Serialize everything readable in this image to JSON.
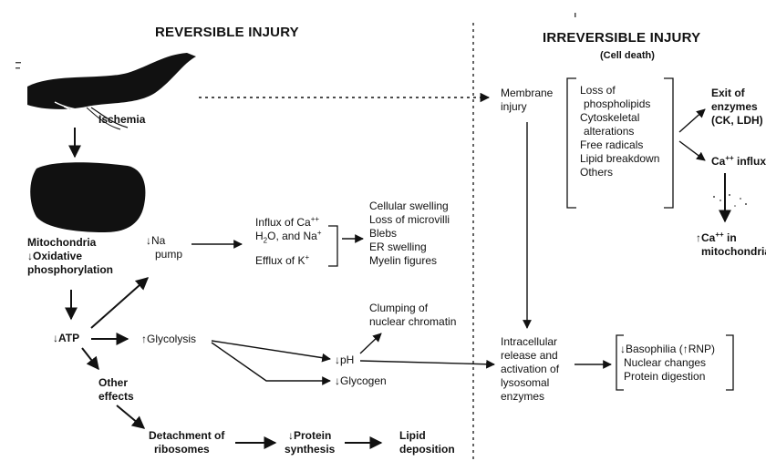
{
  "headers": {
    "reversible": "REVERSIBLE INJURY",
    "irreversible": "IRREVERSIBLE INJURY",
    "irreversible_sub": "(Cell death)"
  },
  "nodes": {
    "ischemia": "Ischemia",
    "mitochondria": [
      "Mitochondria",
      "↓Oxidative",
      "phosphorylation"
    ],
    "atp": "↓ATP",
    "other_effects": [
      "Other",
      "effects"
    ],
    "na_pump": [
      "↓Na",
      "pump"
    ],
    "influx_ca": "Influx of Ca",
    "h2o_prefix": "H",
    "h2o_middle": "O, and Na",
    "efflux_k": "Efflux of K",
    "cell_changes": [
      "Cellular swelling",
      "Loss of microvilli",
      "Blebs",
      "ER swelling",
      "Myelin figures"
    ],
    "clumping": [
      "Clumping of",
      "nuclear chromatin"
    ],
    "glycolysis": "↑Glycolysis",
    "ph": "↓pH",
    "glycogen": "↓Glycogen",
    "detachment": [
      "Detachment of",
      "ribosomes"
    ],
    "protein_synth": [
      "↓Protein",
      "synthesis"
    ],
    "lipid_dep": [
      "Lipid",
      "deposition"
    ],
    "membrane_injury": [
      "Membrane",
      "injury"
    ],
    "membrane_effects": [
      "Loss of",
      "phospholipids",
      "Cytoskeletal",
      "alterations",
      "Free radicals",
      "Lipid breakdown",
      "Others"
    ],
    "exit_enzymes": [
      "Exit of",
      "enzymes",
      "(CK, LDH)"
    ],
    "ca_influx": "Ca",
    "ca_influx_suffix": " influx",
    "ca_mito": [
      "↑Ca",
      " in",
      "mitochondria"
    ],
    "intracellular": [
      "Intracellular",
      "release and",
      "activation of",
      "lysosomal",
      "enzymes"
    ],
    "nuclear_effects": [
      "↓Basophilia (↑RNP)",
      "Nuclear changes",
      "Protein digestion"
    ],
    "sup_plusplus": "++",
    "sup_plus": "+",
    "sub_two": "2"
  }
}
